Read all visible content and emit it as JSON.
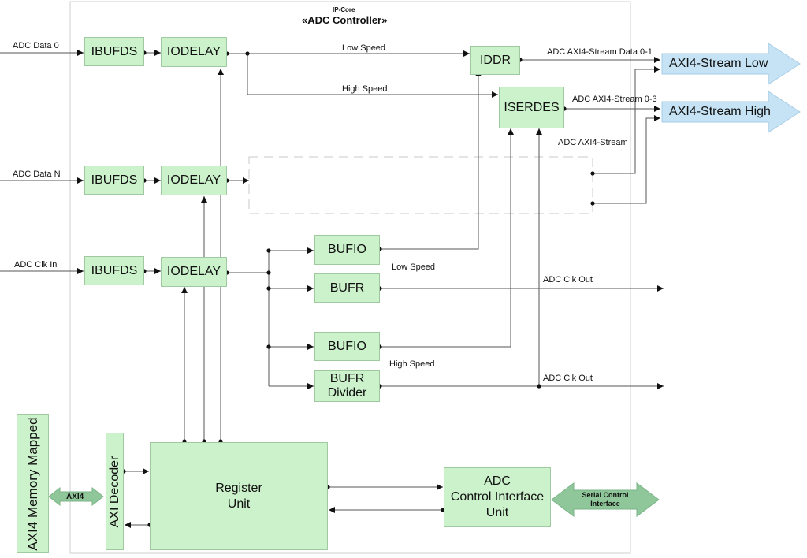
{
  "header": {
    "ip_core": "IP-Core",
    "title": "«ADC Controller»"
  },
  "inputs": {
    "adc_data_0": "ADC Data 0",
    "adc_data_n": "ADC Data N",
    "adc_clk_in": "ADC Clk In"
  },
  "blocks": {
    "ibufds": "IBUFDS",
    "iodelay": "IODELAY",
    "iddr": "IDDR",
    "iserdes": "ISERDES",
    "bufio": "BUFIO",
    "bufr": "BUFR",
    "bufr_divider_line1": "BUFR",
    "bufr_divider_line2": "Divider",
    "register_unit_line1": "Register",
    "register_unit_line2": "Unit",
    "adc_ci_line1": "ADC",
    "adc_ci_line2": "Control Interface",
    "adc_ci_line3": "Unit",
    "axi_decoder": "AXI Decoder",
    "axi4_memory_mapped": "AXI4 Memory Mapped"
  },
  "labels": {
    "low_speed": "Low Speed",
    "high_speed": "High Speed",
    "stream_data_01": "ADC AXI4-Stream Data 0-1",
    "stream_03": "ADC AXI4-Stream 0-3",
    "axi4_stream": "ADC AXI4-Stream",
    "adc_clk_out": "ADC Clk Out",
    "axi4": "AXI4",
    "serial_control_line1": "Serial Control",
    "serial_control_line2": "Interface"
  },
  "outputs": {
    "stream_low": "AXI4-Stream Low",
    "stream_high": "AXI4-Stream High"
  },
  "colors": {
    "block_fill": "#ccf2cc",
    "stream_arrow": "#c5e3f4",
    "bus_arrow": "#8fc79a"
  }
}
